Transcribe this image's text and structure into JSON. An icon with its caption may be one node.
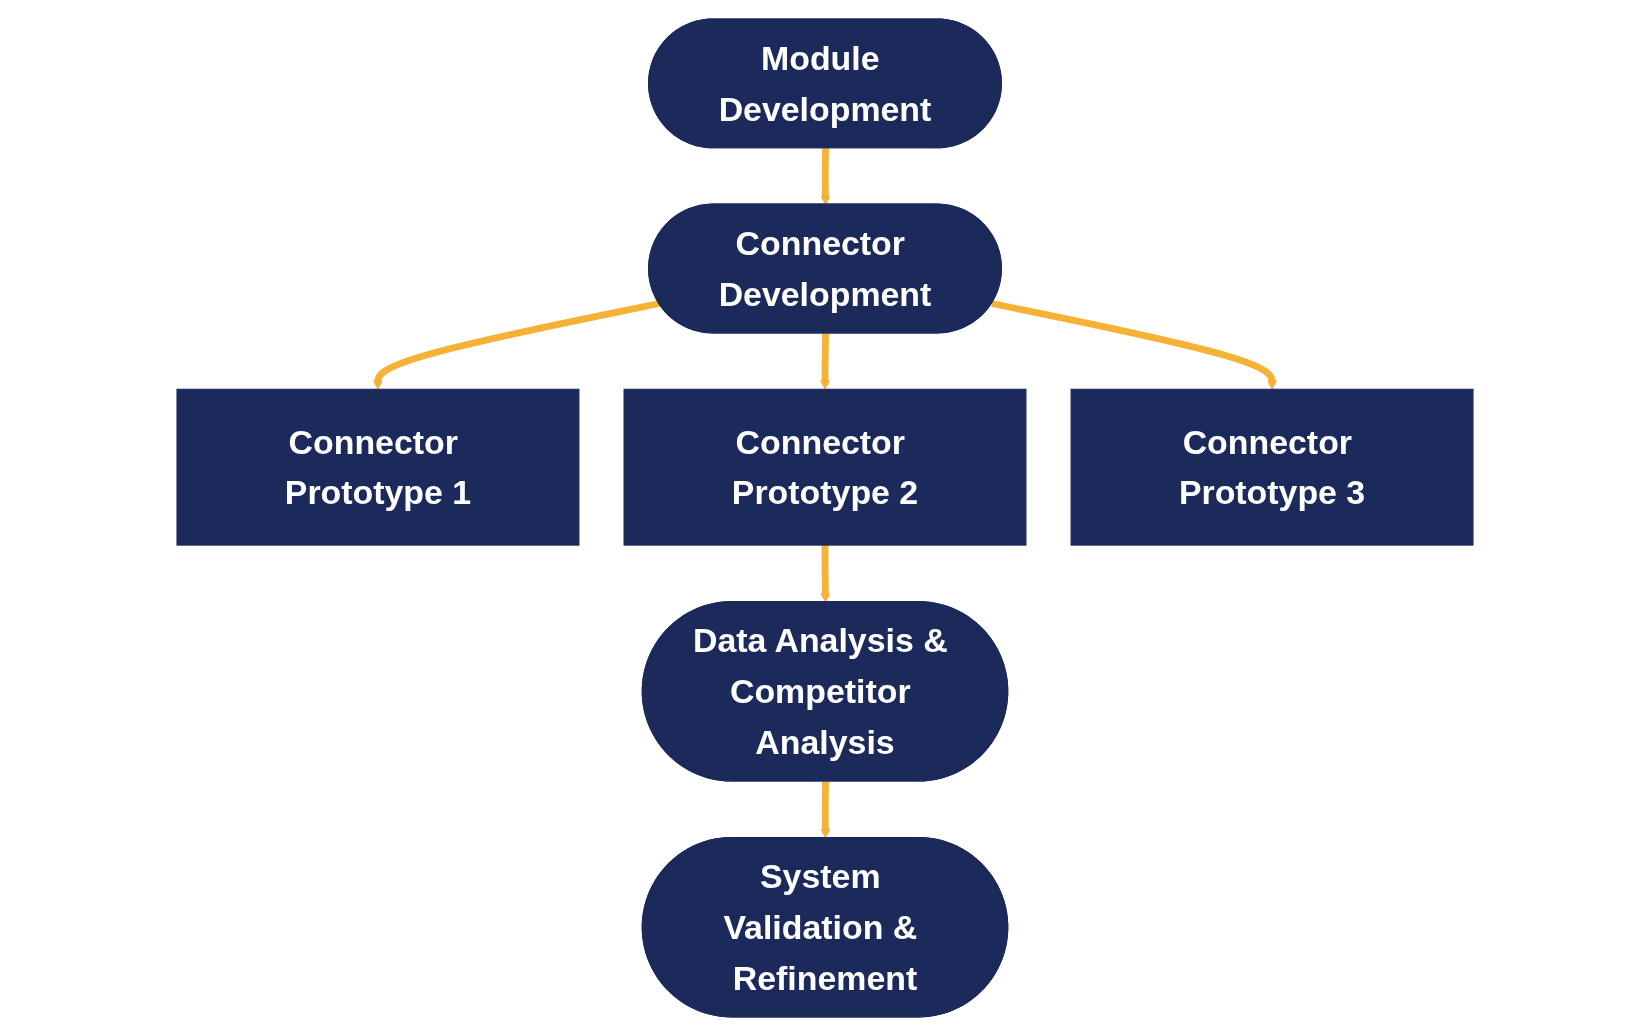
{
  "diagram": {
    "nodes": [
      {
        "text": [
          "Module Development"
        ]
      },
      {
        "text": [
          "Connector Development"
        ]
      },
      {
        "text": [
          "Connector Prototype 1"
        ]
      },
      {
        "text": [
          "Connector Prototype 2"
        ]
      },
      {
        "text": [
          "Connector Prototype 3"
        ]
      },
      {
        "text": [
          "Data Analysis & Competitor Analysis"
        ]
      },
      {
        "text": [
          "System Validation & Refinement"
        ]
      }
    ],
    "edges": [
      {
        "from": 0,
        "to": 1,
        "arrow": "to"
      },
      {
        "from": 1,
        "to": 2,
        "arrow": "to"
      },
      {
        "from": 1,
        "to": 3,
        "arrow": "to"
      },
      {
        "from": 1,
        "to": 4,
        "arrow": "to"
      },
      {
        "from": 3,
        "to": 5,
        "arrow": "to"
      },
      {
        "from": 5,
        "to": 6,
        "arrow": "to"
      }
    ]
  }
}
